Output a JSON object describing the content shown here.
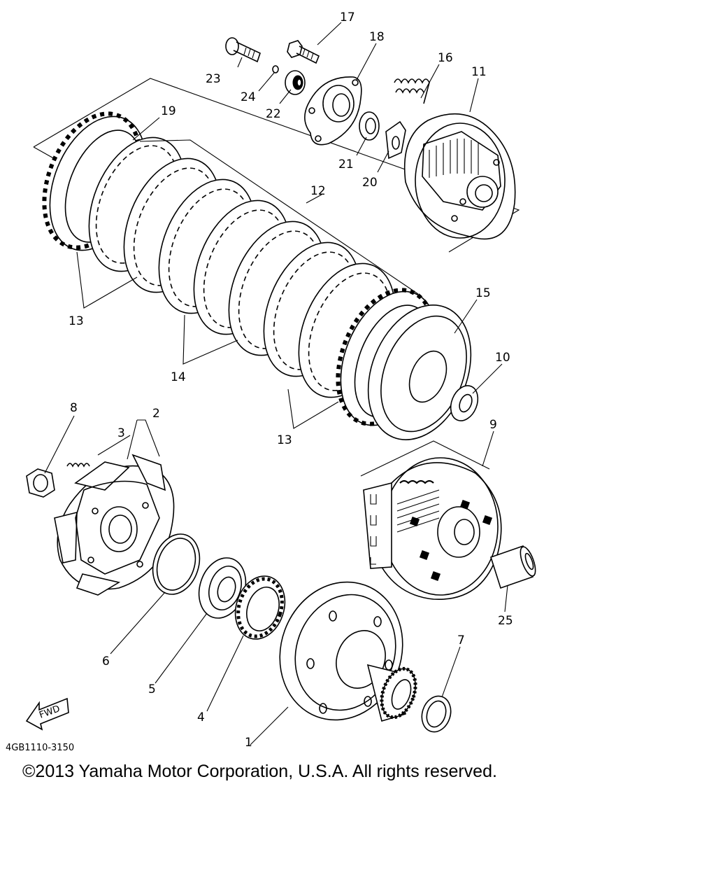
{
  "labels": {
    "l1": "1",
    "l2": "2",
    "l3": "3",
    "l4": "4",
    "l5": "5",
    "l6": "6",
    "l7": "7",
    "l8": "8",
    "l9": "9",
    "l10": "10",
    "l11": "11",
    "l12": "12",
    "l13a": "13",
    "l13b": "13",
    "l14": "14",
    "l15": "15",
    "l16": "16",
    "l17": "17",
    "l18": "18",
    "l19": "19",
    "l20": "20",
    "l21": "21",
    "l22": "22",
    "l23": "23",
    "l24": "24",
    "l25": "25"
  },
  "fwd": "FWD",
  "code": "4GB1110-3150",
  "copyright": "©2013 Yamaha Motor Corporation, U.S.A. All rights reserved."
}
